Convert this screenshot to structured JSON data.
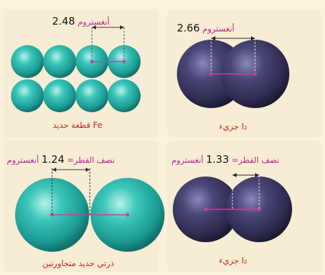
{
  "colors": {
    "background": "#fbf2dc",
    "iron_atom": "#2fb8ad",
    "iodine_atom": "#3a3760",
    "dimension_line": "#c4449a",
    "caption": "#c0282b"
  },
  "panels": {
    "iron_solid": {
      "distance_value": "2.48",
      "distance_unit": "أنغستروم",
      "caption": "قطعة حديد",
      "symbol": "Fe"
    },
    "iodine_molecule": {
      "distance_value": "2.66",
      "distance_unit": "أنغستروم",
      "caption": "جزيء",
      "symbol": "I₂"
    },
    "iron_pair": {
      "radius_prefix": "نصف القطر=",
      "radius_value": "1.24",
      "radius_unit": "أنغستروم",
      "caption": "ذرتي حديد متجاورتين"
    },
    "iodine_pair": {
      "radius_prefix": "نصف القطر=",
      "radius_value": "1.33",
      "radius_unit": "أنغستروم",
      "caption": "جزيء",
      "symbol": "I₂"
    }
  }
}
